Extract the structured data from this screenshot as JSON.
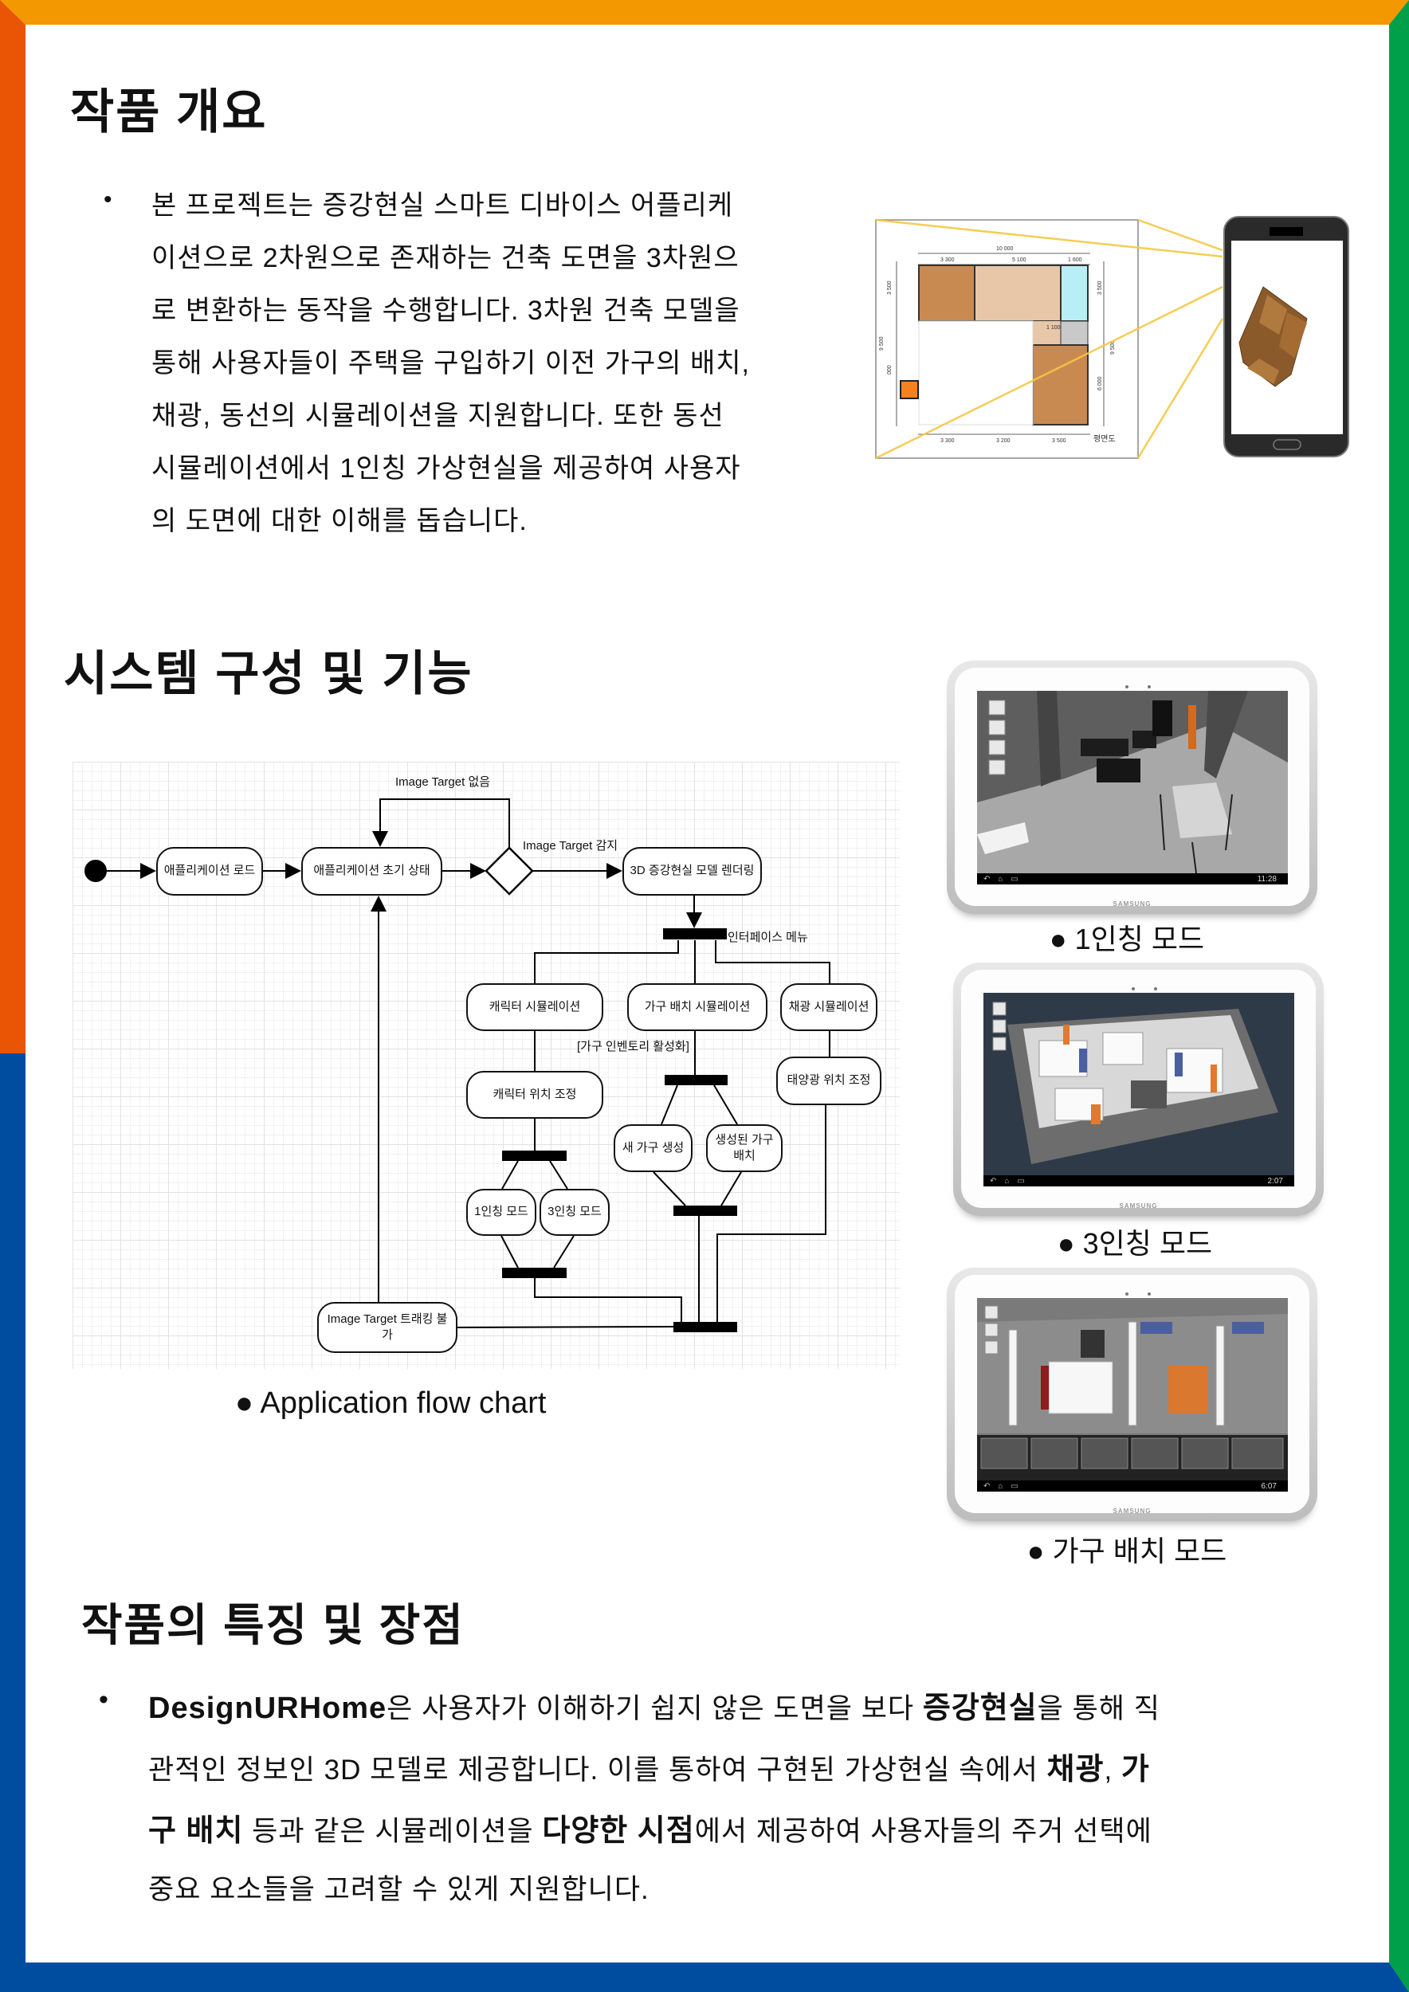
{
  "colors": {
    "top": "#F39800",
    "left_upper": "#E95504",
    "left_lower": "#004DA0",
    "right": "#00A04A",
    "bottom": "#004DA0",
    "sketch_line": "#F5C842"
  },
  "overview": {
    "title": "작품 개요",
    "bullet": "•",
    "lines": [
      " 본 프로젝트는 증강현실 스마트 디바이스 어플리케",
      "이션으로 2차원으로 존재하는 건축 도면을 3차원으",
      "로 변환하는 동작을 수행합니다. 3차원 건축 모델을",
      "통해 사용자들이 주택을 구입하기 이전 가구의 배치,",
      "채광, 동선의  시뮬레이션을 지원합니다. 또한 동선",
      "시뮬레이션에서 1인칭 가상현실을 제공하여 사용자",
      "의 도면에 대한 이해를 돕습니다."
    ],
    "floorplan": {
      "dims_top_total": "10 000",
      "dims_top": [
        "3 300",
        "5 100",
        "1 600"
      ],
      "dims_bottom": [
        "3 300",
        "3 200",
        "3 500"
      ],
      "dims_left": [
        "3 500",
        "9 500",
        "000"
      ],
      "dims_right": [
        "3 500",
        "9 500",
        "6 000"
      ],
      "dim_mid": "1 100",
      "label": "평면도"
    }
  },
  "system": {
    "title": "시스템 구성 및 기능",
    "flow": {
      "load": "애플리케이션 로드",
      "init": "애플리케이션 초기 상태",
      "no_target": "Image Target 없음",
      "detect": "Image Target 감지",
      "render": "3D 증강현실 모델 렌더링",
      "menu": "인터페이스 메뉴",
      "char_sim": "캐릭터 시뮬레이션",
      "furn_sim": "가구 배치 시뮬레이션",
      "light_sim": "채광 시뮬레이션",
      "inventory": "[가구 인벤토리 활성화]",
      "char_pos": "캐릭터 위치 조정",
      "sun_pos": "태양광 위치 조정",
      "new_furn": "새 가구 생성",
      "place_furn": "생성된 가구 배치",
      "first_person": "1인칭 모드",
      "third_person": "3인칭 모드",
      "lost": "Image Target 트래킹 불가"
    },
    "flow_caption": "● Application flow chart",
    "tablets": [
      {
        "caption": "● 1인칭 모드",
        "time": "11:28",
        "brand": "SAMSUNG"
      },
      {
        "caption": "● 3인칭 모드",
        "time": "2:07",
        "brand": "SAMSUNG"
      },
      {
        "caption": "● 가구 배치 모드",
        "time": "6:07",
        "brand": "SAMSUNG"
      }
    ]
  },
  "features": {
    "title": "작품의 특징 및 장점",
    "bullet": "•",
    "lines": [
      [
        {
          "t": "DesignURHome",
          "b": true
        },
        {
          "t": "은 사용자가 이해하기 쉽지 않은 도면을 보다 "
        },
        {
          "t": "증강현실",
          "b": true
        },
        {
          "t": "을 통해 직"
        }
      ],
      [
        {
          "t": "관적인 정보인 3D 모델로 제공합니다. 이를 통하여 구현된 가상현실 속에서 "
        },
        {
          "t": "채광",
          "b": true
        },
        {
          "t": ", "
        },
        {
          "t": "가",
          "b": true
        }
      ],
      [
        {
          "t": "구 배치",
          "b": true
        },
        {
          "t": " 등과 같은 시뮬레이션을 "
        },
        {
          "t": "다양한 시점",
          "b": true
        },
        {
          "t": "에서 제공하여 사용자들의 주거 선택에"
        }
      ],
      [
        {
          "t": "중요 요소들을 고려할 수 있게 지원합니다."
        }
      ]
    ]
  }
}
